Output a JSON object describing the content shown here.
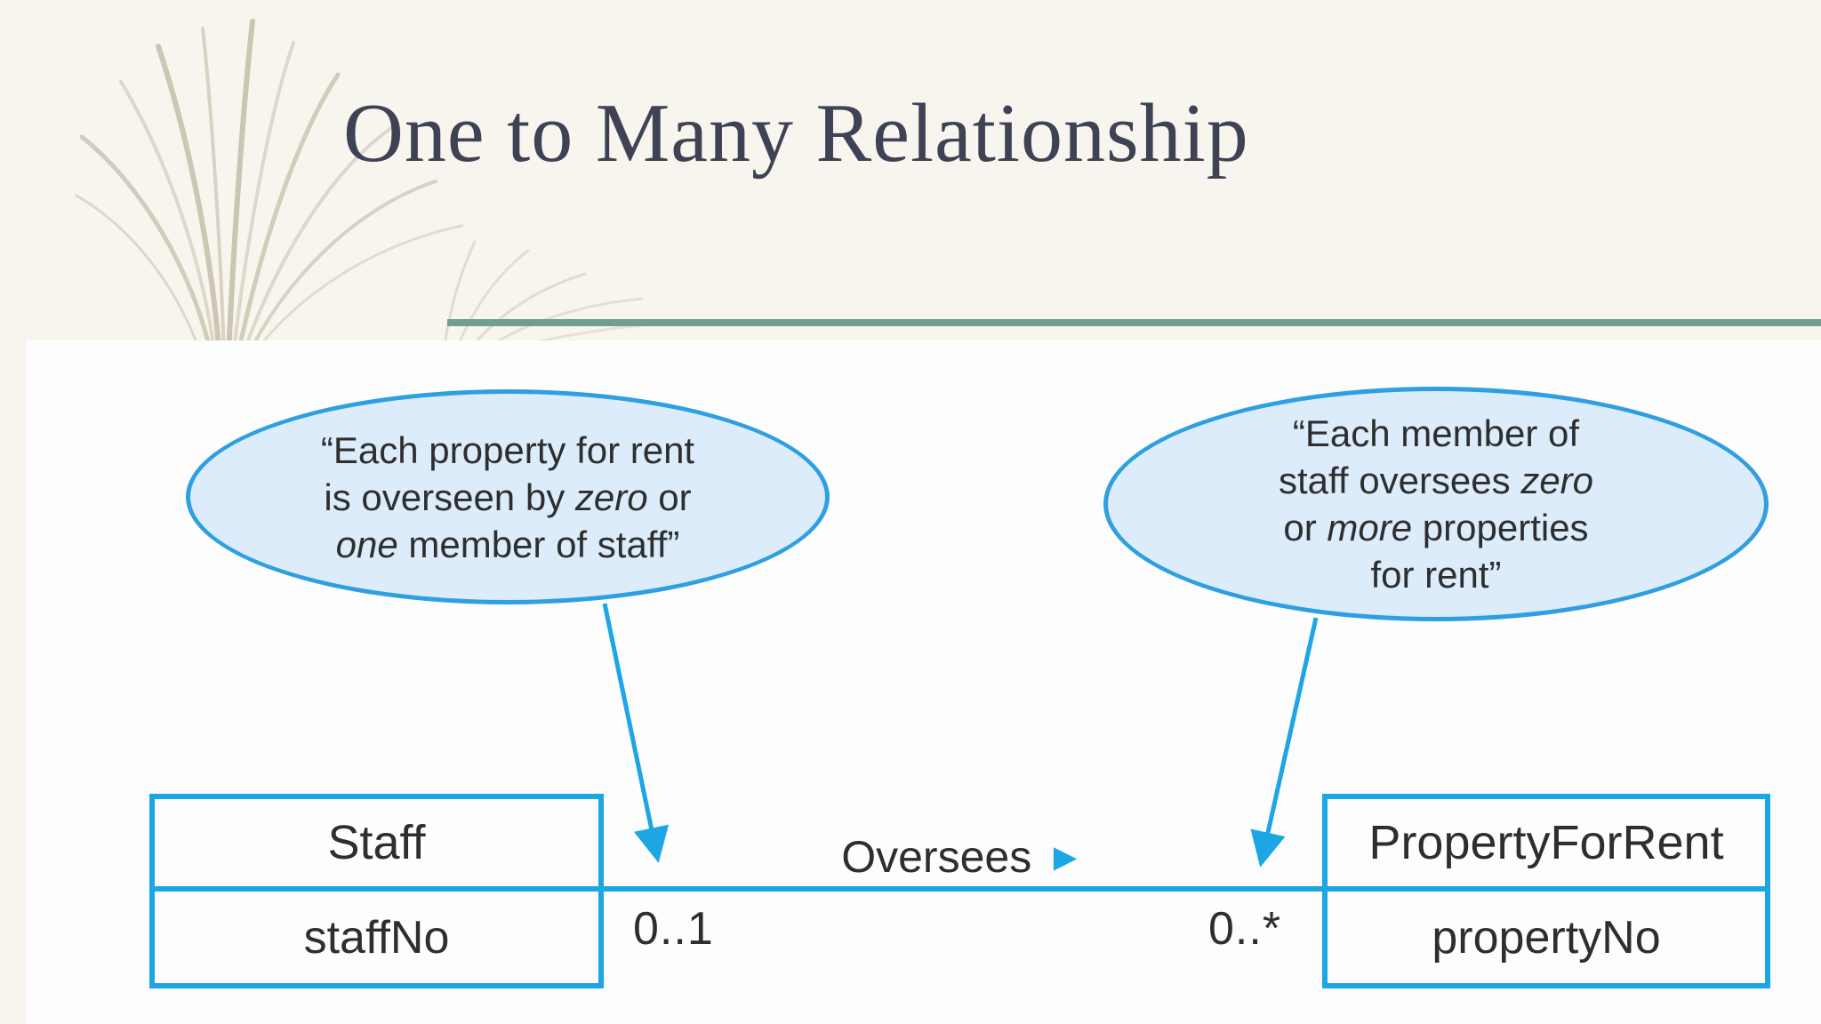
{
  "slide": {
    "title": "One to Many Relationship",
    "colors": {
      "background": "#f8f5ee",
      "panel": "#fdfdfd",
      "title_text": "#3e4254",
      "teal_rule": "#6f9e92",
      "accent_blue": "#1ca6e4",
      "callout_border": "#2e9fe0",
      "callout_fill": "#dcecfa",
      "diagram_text": "#2e2e2e",
      "leaf_decoration": "#d4cebe"
    }
  },
  "diagram": {
    "callout_left": {
      "line1": "“Each property for rent",
      "line2_pre": "is overseen by ",
      "line2_italic": "zero",
      "line2_post": " or",
      "line3_italic": "one",
      "line3_post": " member of staff”"
    },
    "callout_right": {
      "line1": "“Each member of",
      "line2_pre": "staff oversees ",
      "line2_italic": "zero",
      "line3_pre": "or ",
      "line3_italic": "more",
      "line3_post": " properties",
      "line4": "for rent”"
    },
    "entities": {
      "staff": {
        "name": "Staff",
        "attribute": "staffNo"
      },
      "property_for_rent": {
        "name": "PropertyForRent",
        "attribute": "propertyNo"
      }
    },
    "relationship": {
      "label": "Oversees",
      "direction_icon": "►",
      "cardinality_left": "0..1",
      "cardinality_right": "0..*"
    }
  }
}
